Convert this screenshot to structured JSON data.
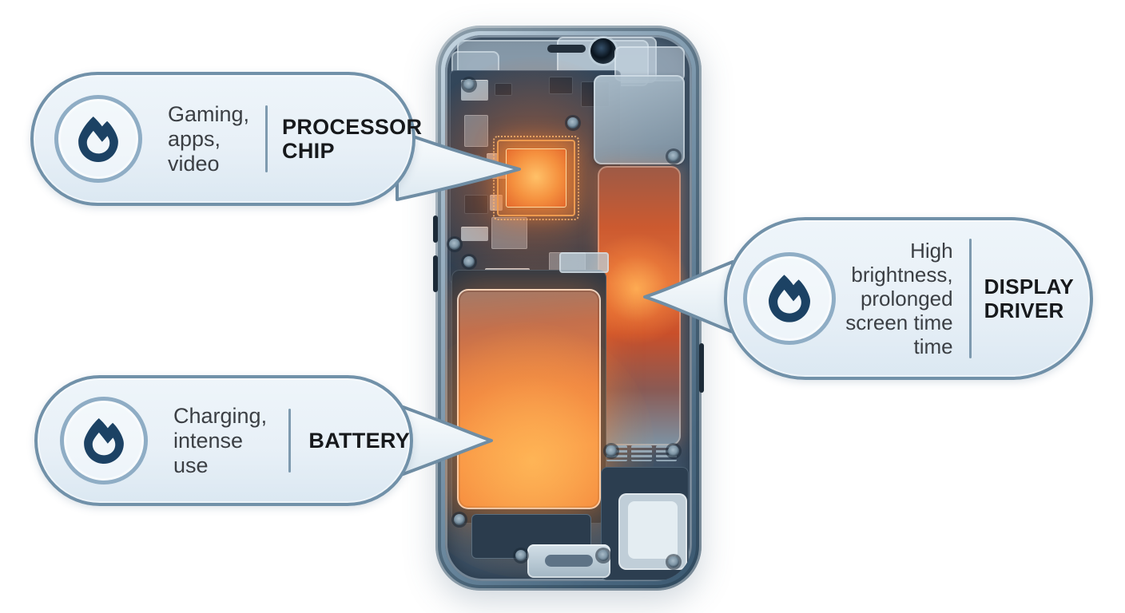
{
  "title": "smartphone-overheating-hotspots-diagram",
  "colors": {
    "background": "#ffffff",
    "bubble_fill": "#e8f0f7",
    "bubble_border": "#7191a9",
    "icon_ring": "#8fadc5",
    "flame": "#1c4264",
    "divider": "#7e9aaf",
    "cause_text": "#3b3f44",
    "label_text": "#17191c",
    "heat_core": "#ffae55",
    "heat_mid": "#f07830",
    "frame": "#5e7b93",
    "interior": "#44586b"
  },
  "callouts": [
    {
      "id": "processor-chip",
      "icon": "flame-icon",
      "cause": "Gaming,\napps, video",
      "label": "PROCESSOR\nCHIP"
    },
    {
      "id": "display-driver",
      "icon": "flame-icon",
      "cause": "High\nbrightness,\nprolonged\nscreen time\ntime",
      "label": "DISPLAY\nDRIVER"
    },
    {
      "id": "battery",
      "icon": "flame-icon",
      "cause": "Charging,\nintense use",
      "label": "BATTERY"
    }
  ],
  "phone": {
    "hotspots": [
      "processor-chip",
      "display-driver",
      "battery"
    ],
    "components": [
      "speaker-grille",
      "front-camera",
      "logic-board",
      "processor-chip",
      "emi-shield",
      "display-driver",
      "battery",
      "haptic-module",
      "charging-port",
      "loudspeaker",
      "screws"
    ]
  }
}
